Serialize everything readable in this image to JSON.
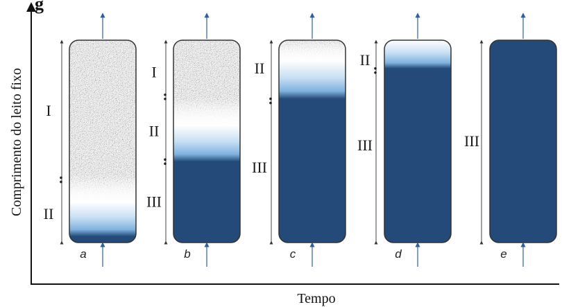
{
  "figure": {
    "header_fragment": "g",
    "y_axis_label": "Comprimento do leito fixo",
    "x_axis_label": "Tempo"
  },
  "colors": {
    "saturated": "#234a78",
    "transfer_light": "#c7dff3",
    "transfer_mid": "#7fb2df",
    "unused_bed": "#8c8c8c",
    "flow_arrow": "#2c5f9c",
    "axis": "#111111"
  },
  "columns": [
    {
      "letter": "a",
      "zones": [
        "I",
        "II"
      ],
      "saturated_fraction": 0.0,
      "mtz_start": 0.8,
      "mtz_end": 0.97
    },
    {
      "letter": "b",
      "zones": [
        "I",
        "II",
        "III"
      ],
      "saturated_fraction": 0.4,
      "mtz_start": 0.42,
      "mtz_end": 0.6
    },
    {
      "letter": "c",
      "zones": [
        "II",
        "III"
      ],
      "saturated_fraction": 0.71,
      "mtz_start": 0.1,
      "mtz_end": 0.29
    },
    {
      "letter": "d",
      "zones": [
        "II",
        "III"
      ],
      "saturated_fraction": 0.86,
      "mtz_start": 0.0,
      "mtz_end": 0.14
    },
    {
      "letter": "e",
      "zones": [
        "III"
      ],
      "saturated_fraction": 1.0,
      "mtz_start": 0.0,
      "mtz_end": 0.0
    }
  ]
}
